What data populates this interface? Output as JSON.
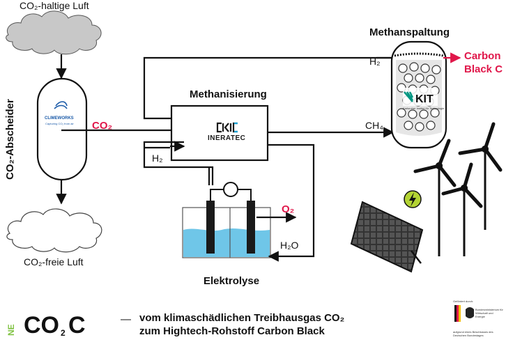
{
  "labels": {
    "air_in": "CO₂-haltige Luft",
    "air_out": "CO₂-freie Luft",
    "separator": "CO₂-Abscheider",
    "co2": "CO₂",
    "methanisation": "Methanisierung",
    "h2_left": "H₂",
    "electrolysis": "Elektrolyse",
    "o2": "O₂",
    "h2o": "H₂O",
    "ch4": "CH₄",
    "splitting": "Methanspaltung",
    "h2_top": "H₂",
    "carbon_line1": "Carbon",
    "carbon_line2": "Black C"
  },
  "logos": {
    "climeworks": "CLIMEWORKS",
    "climeworks_tagline": "Capturing CO₂ from air",
    "ineratec": "INERATEC",
    "kit": "KIT",
    "kit_tagline": "Karlsruher Institut für Technologie",
    "necoc": "NECOC",
    "bmwi_line1": "Gefördert durch:",
    "bmwi_line2": "Bundesministerium für Wirtschaft und Energie",
    "bmwi_line3": "aufgrund eines Beschlusses des Deutschen Bundestages"
  },
  "tagline": {
    "dash": "—",
    "line1": "vom klimaschädlichen Treibhausgas CO₂",
    "line2": "zum Hightech-Rohstoff Carbon Black"
  },
  "colors": {
    "accent_red": "#e0174a",
    "water": "#6fc6e8",
    "cloud": "#c8c8c8",
    "necoc_green": "#7fc241",
    "ineratec_blue": "#1aa3d6",
    "kit_green": "#009682",
    "energy_icon": "#b3d334"
  },
  "icons": [
    "cloud-icon",
    "wind-turbine-icon",
    "solar-panel-icon",
    "lightning-icon",
    "germany-eagle-icon"
  ]
}
